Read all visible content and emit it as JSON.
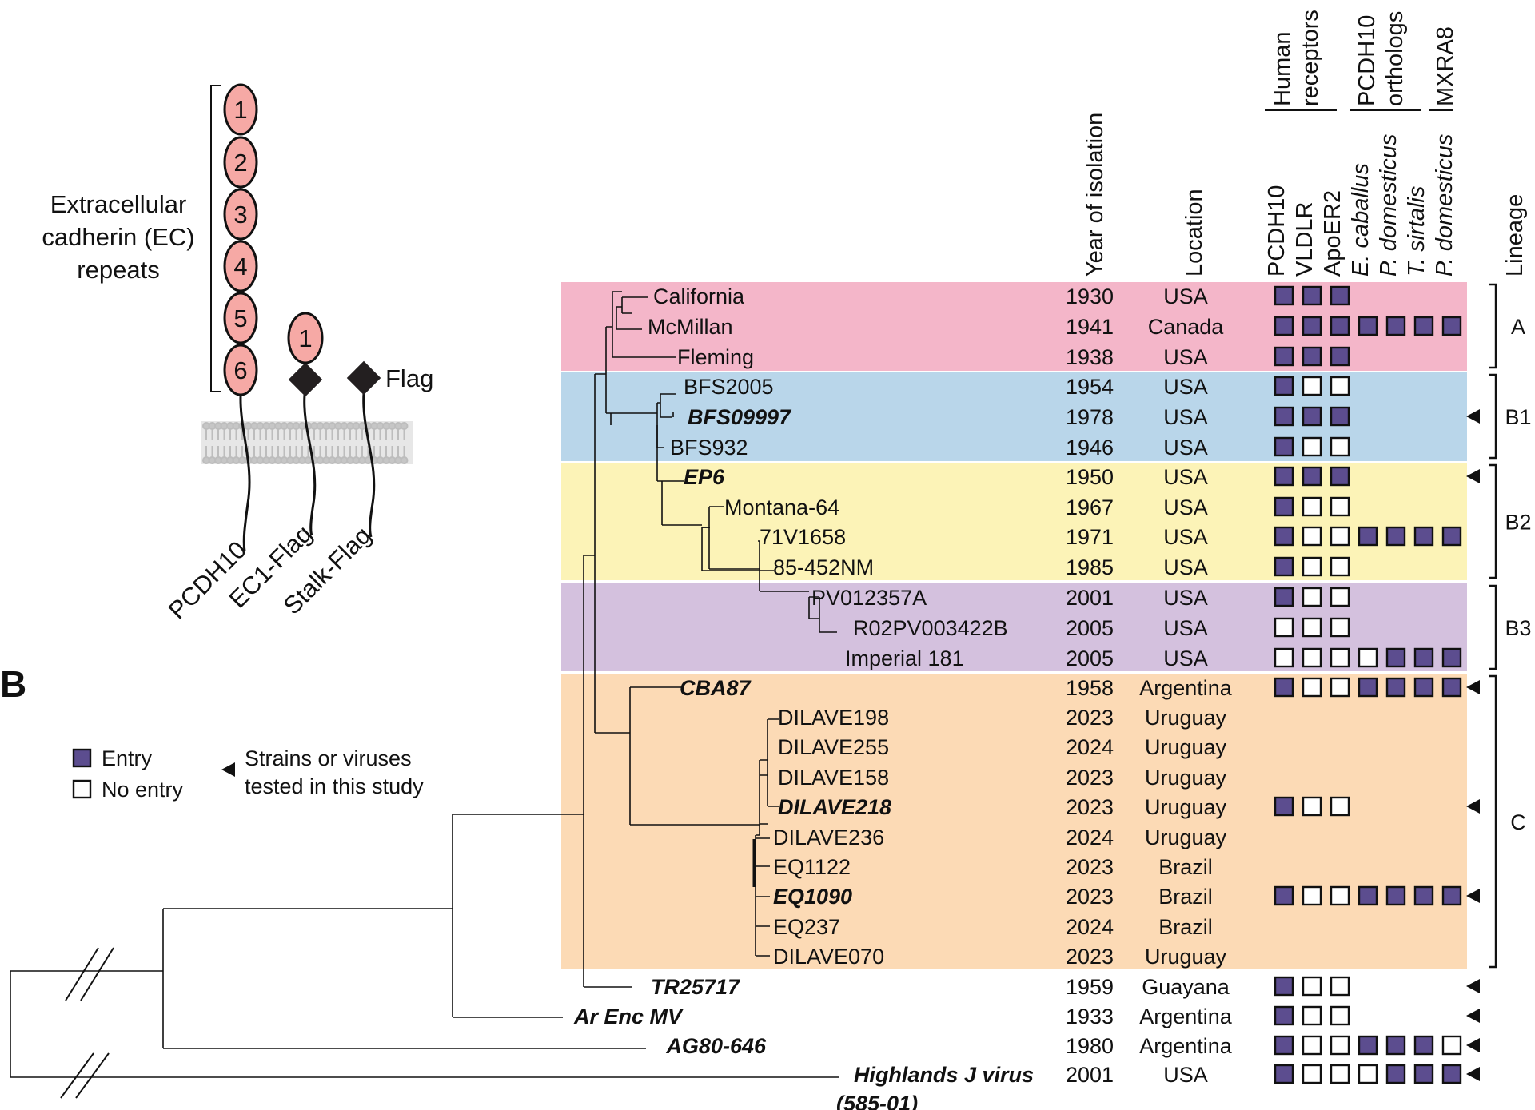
{
  "panel_letter": "B",
  "colors": {
    "A": "#f4b6c9",
    "B1": "#b9d6ea",
    "B2": "#fcf3b7",
    "B3": "#d4c1de",
    "C": "#fcdab5",
    "entry": "#5c4d8f",
    "no_entry": "#ffffff",
    "ec_repeat": "#f6a9a5",
    "membrane": "#bdbdbd"
  },
  "schematic": {
    "ec_label": [
      "Extracellular",
      "cadherin (EC)",
      "repeats"
    ],
    "repeats": [
      "1",
      "2",
      "3",
      "4",
      "5",
      "6"
    ],
    "ec1_number": "1",
    "flag_label": "Flag",
    "constructs": [
      "PCDH10",
      "EC1-Flag",
      "Stalk-Flag"
    ]
  },
  "headers": {
    "year": "Year of isolation",
    "location": "Location",
    "group_human": [
      "Human",
      "receptors"
    ],
    "group_pcdh10_orthologs": [
      "PCDH10",
      "orthologs"
    ],
    "group_mxra8": "MXRA8",
    "lineage": "Lineage",
    "receptor_columns": [
      {
        "label": "PCDH10",
        "italic": false
      },
      {
        "label": "VLDLR",
        "italic": false
      },
      {
        "label": "ApoER2",
        "italic": false
      },
      {
        "label": "E. caballus",
        "italic": true
      },
      {
        "label": "P. domesticus",
        "italic": true
      },
      {
        "label": "T. sirtalis",
        "italic": true
      },
      {
        "label": "P. domesticus",
        "italic": true
      }
    ]
  },
  "legend": {
    "entry": "Entry",
    "no_entry": "No entry",
    "tested": [
      "Strains or viruses",
      "tested in this study"
    ]
  },
  "strains": [
    {
      "name": "California",
      "year": "1930",
      "location": "USA",
      "lineage": "A",
      "tested": false,
      "entry": [
        1,
        1,
        1,
        null,
        null,
        null,
        null
      ]
    },
    {
      "name": "McMillan",
      "year": "1941",
      "location": "Canada",
      "lineage": "A",
      "tested": false,
      "entry": [
        1,
        1,
        1,
        1,
        1,
        1,
        1
      ]
    },
    {
      "name": "Fleming",
      "year": "1938",
      "location": "USA",
      "lineage": "A",
      "tested": false,
      "entry": [
        1,
        1,
        1,
        null,
        null,
        null,
        null
      ]
    },
    {
      "name": "BFS2005",
      "year": "1954",
      "location": "USA",
      "lineage": "B1",
      "tested": false,
      "entry": [
        1,
        0,
        0,
        null,
        null,
        null,
        null
      ]
    },
    {
      "name": "BFS09997",
      "year": "1978",
      "location": "USA",
      "lineage": "B1",
      "tested": true,
      "entry": [
        1,
        1,
        1,
        null,
        null,
        null,
        null
      ]
    },
    {
      "name": "BFS932",
      "year": "1946",
      "location": "USA",
      "lineage": "B1",
      "tested": false,
      "entry": [
        1,
        0,
        0,
        null,
        null,
        null,
        null
      ]
    },
    {
      "name": "EP6",
      "year": "1950",
      "location": "USA",
      "lineage": "B2",
      "tested": true,
      "entry": [
        1,
        1,
        1,
        null,
        null,
        null,
        null
      ]
    },
    {
      "name": "Montana-64",
      "year": "1967",
      "location": "USA",
      "lineage": "B2",
      "tested": false,
      "entry": [
        1,
        0,
        0,
        null,
        null,
        null,
        null
      ]
    },
    {
      "name": "71V1658",
      "year": "1971",
      "location": "USA",
      "lineage": "B2",
      "tested": false,
      "entry": [
        1,
        0,
        0,
        1,
        1,
        1,
        1
      ]
    },
    {
      "name": "85-452NM",
      "year": "1985",
      "location": "USA",
      "lineage": "B2",
      "tested": false,
      "entry": [
        1,
        0,
        0,
        null,
        null,
        null,
        null
      ]
    },
    {
      "name": "PV012357A",
      "year": "2001",
      "location": "USA",
      "lineage": "B3",
      "tested": false,
      "entry": [
        1,
        0,
        0,
        null,
        null,
        null,
        null
      ]
    },
    {
      "name": "R02PV003422B",
      "year": "2005",
      "location": "USA",
      "lineage": "B3",
      "tested": false,
      "entry": [
        0,
        0,
        0,
        null,
        null,
        null,
        null
      ]
    },
    {
      "name": "Imperial 181",
      "year": "2005",
      "location": "USA",
      "lineage": "B3",
      "tested": false,
      "entry": [
        0,
        0,
        0,
        0,
        1,
        1,
        1
      ]
    },
    {
      "name": "CBA87",
      "year": "1958",
      "location": "Argentina",
      "lineage": "C",
      "tested": true,
      "entry": [
        1,
        0,
        0,
        1,
        1,
        1,
        1
      ]
    },
    {
      "name": "DILAVE198",
      "year": "2023",
      "location": "Uruguay",
      "lineage": "C",
      "tested": false,
      "entry": [
        null,
        null,
        null,
        null,
        null,
        null,
        null
      ]
    },
    {
      "name": "DILAVE255",
      "year": "2024",
      "location": "Uruguay",
      "lineage": "C",
      "tested": false,
      "entry": [
        null,
        null,
        null,
        null,
        null,
        null,
        null
      ]
    },
    {
      "name": "DILAVE158",
      "year": "2023",
      "location": "Uruguay",
      "lineage": "C",
      "tested": false,
      "entry": [
        null,
        null,
        null,
        null,
        null,
        null,
        null
      ]
    },
    {
      "name": "DILAVE218",
      "year": "2023",
      "location": "Uruguay",
      "lineage": "C",
      "tested": true,
      "entry": [
        1,
        0,
        0,
        null,
        null,
        null,
        null
      ]
    },
    {
      "name": "DILAVE236",
      "year": "2024",
      "location": "Uruguay",
      "lineage": "C",
      "tested": false,
      "entry": [
        null,
        null,
        null,
        null,
        null,
        null,
        null
      ]
    },
    {
      "name": "EQ1122",
      "year": "2023",
      "location": "Brazil",
      "lineage": "C",
      "tested": false,
      "entry": [
        null,
        null,
        null,
        null,
        null,
        null,
        null
      ]
    },
    {
      "name": "EQ1090",
      "year": "2023",
      "location": "Brazil",
      "lineage": "C",
      "tested": true,
      "entry": [
        1,
        0,
        0,
        1,
        1,
        1,
        1
      ]
    },
    {
      "name": "EQ237",
      "year": "2024",
      "location": "Brazil",
      "lineage": "C",
      "tested": false,
      "entry": [
        null,
        null,
        null,
        null,
        null,
        null,
        null
      ]
    },
    {
      "name": "DILAVE070",
      "year": "2023",
      "location": "Uruguay",
      "lineage": "C",
      "tested": false,
      "entry": [
        null,
        null,
        null,
        null,
        null,
        null,
        null
      ]
    },
    {
      "name": "TR25717",
      "year": "1959",
      "location": "Guayana",
      "lineage": "",
      "tested": true,
      "entry": [
        1,
        0,
        0,
        null,
        null,
        null,
        null
      ]
    },
    {
      "name": "Ar Enc MV",
      "year": "1933",
      "location": "Argentina",
      "lineage": "",
      "tested": true,
      "entry": [
        1,
        0,
        0,
        null,
        null,
        null,
        null
      ]
    },
    {
      "name": "AG80-646",
      "year": "1980",
      "location": "Argentina",
      "lineage": "",
      "tested": true,
      "entry": [
        1,
        0,
        0,
        1,
        1,
        1,
        0
      ]
    },
    {
      "name": "Highlands J virus",
      "name_line2": "(585-01)",
      "year": "2001",
      "location": "USA",
      "lineage": "",
      "tested": true,
      "entry": [
        1,
        0,
        0,
        0,
        1,
        1,
        1
      ]
    }
  ]
}
